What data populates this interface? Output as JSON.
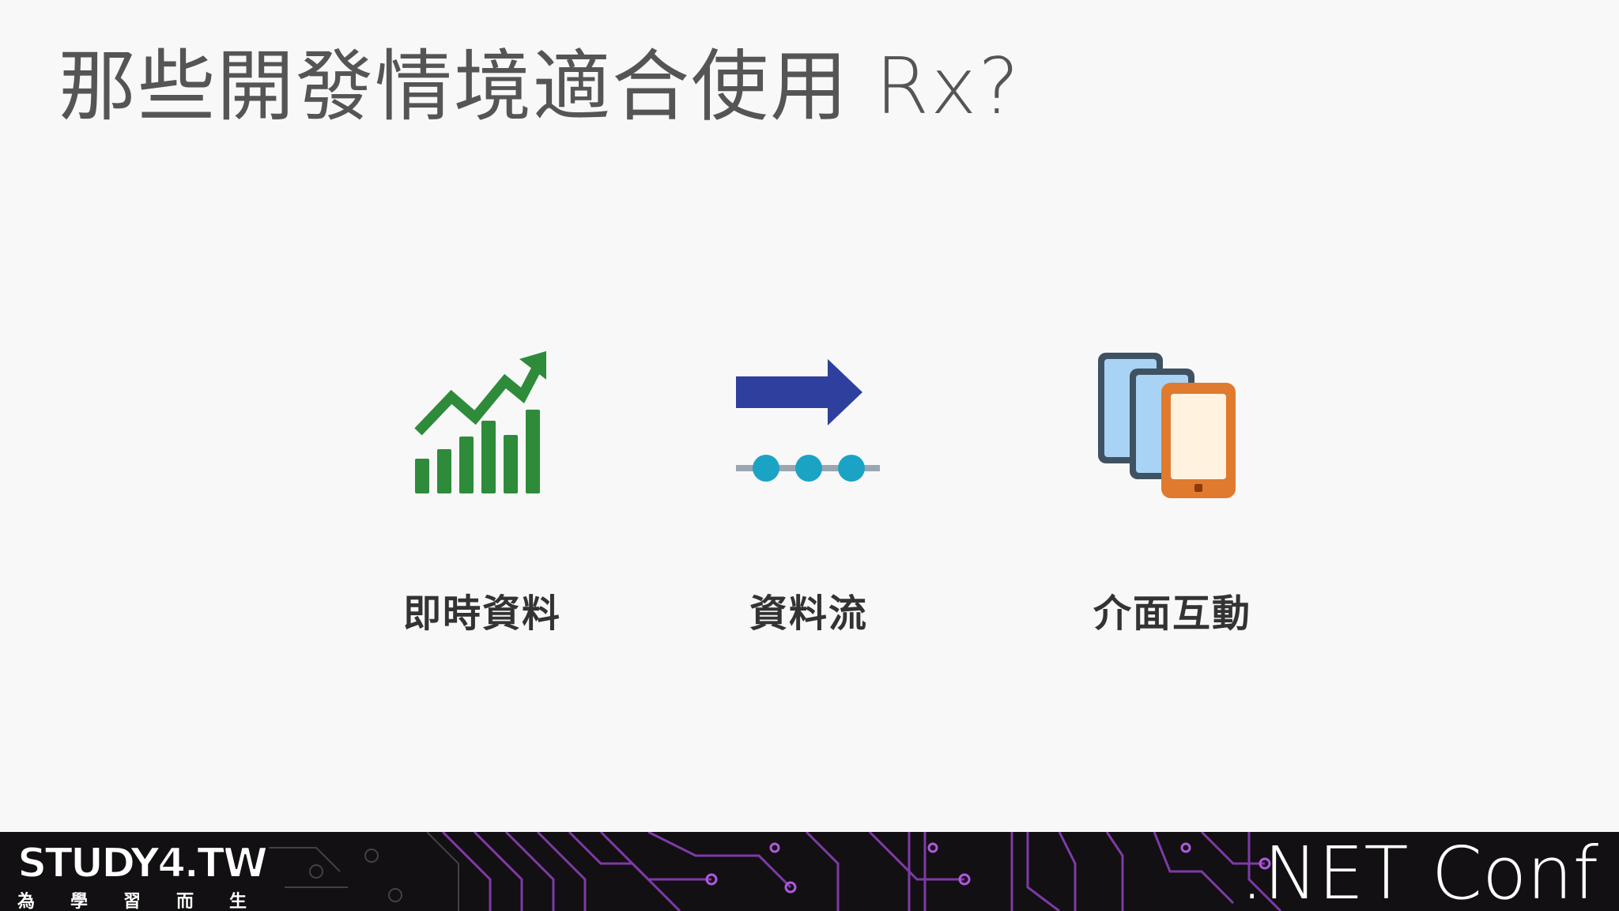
{
  "slide": {
    "title": "那些開發情境適合使用 Rx?",
    "items": [
      {
        "label": "即時資料",
        "icon": "stock-chart-icon"
      },
      {
        "label": "資料流",
        "icon": "data-stream-arrow-icon"
      },
      {
        "label": "介面互動",
        "icon": "mobile-devices-icon"
      }
    ]
  },
  "footer": {
    "brand_left": "STUDY4.TW",
    "brand_sub": [
      "為",
      "學",
      "習",
      "而",
      "生"
    ],
    "brand_right": ".NET Conf"
  },
  "colors": {
    "background": "#f8f8f9",
    "title": "#555555",
    "chart_green": "#2e8b3a",
    "arrow_blue": "#2e3f9e",
    "dot_teal": "#1aa3c4",
    "phone_orange": "#e07a2e",
    "footer_bg": "#121012",
    "circuit_purple": "#8a3fb8"
  }
}
